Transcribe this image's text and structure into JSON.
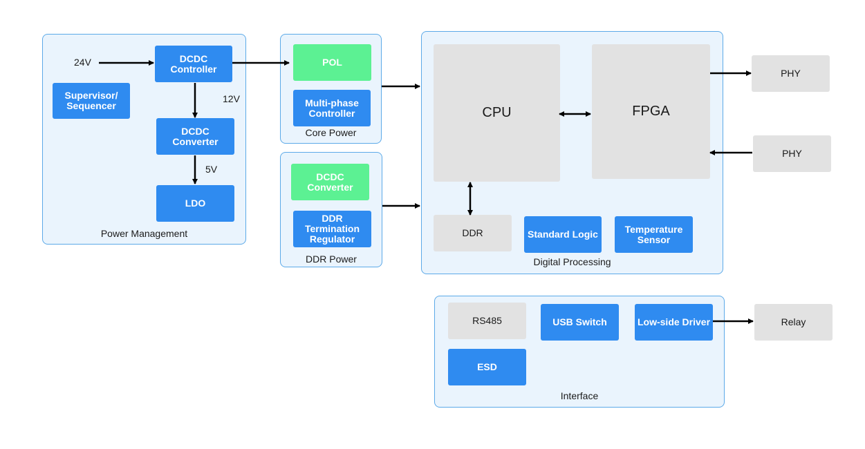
{
  "groups": {
    "power_management": "Power Management",
    "core_power": "Core Power",
    "ddr_power": "DDR Power",
    "digital_processing": "Digital Processing",
    "interface": "Interface"
  },
  "blocks": {
    "dcdc_controller": "DCDC Controller",
    "supervisor": "Supervisor/ Sequencer",
    "dcdc_converter_pm": "DCDC Converter",
    "ldo": "LDO",
    "pol": "POL",
    "multiphase": "Multi-phase Controller",
    "dcdc_converter_ddr": "DCDC Converter",
    "ddr_termination": "DDR Termination Regulator",
    "cpu": "CPU",
    "fpga": "FPGA",
    "ddr": "DDR",
    "standard_logic": "Standard Logic",
    "temp_sensor": "Temperature Sensor",
    "rs485": "RS485",
    "usb_switch": "USB Switch",
    "lowside_driver": "Low-side Driver",
    "esd": "ESD",
    "phy_top": "PHY",
    "phy_bottom": "PHY",
    "relay": "Relay"
  },
  "labels": {
    "v24": "24V",
    "v12": "12V",
    "v5": "5V"
  },
  "colors": {
    "group_fill": "#eaf4fd",
    "group_border": "#5ba9e8",
    "blue_block": "#2f8bf0",
    "green_block": "#5cf193",
    "gray_block": "#e2e2e2",
    "arrow": "#000000"
  }
}
